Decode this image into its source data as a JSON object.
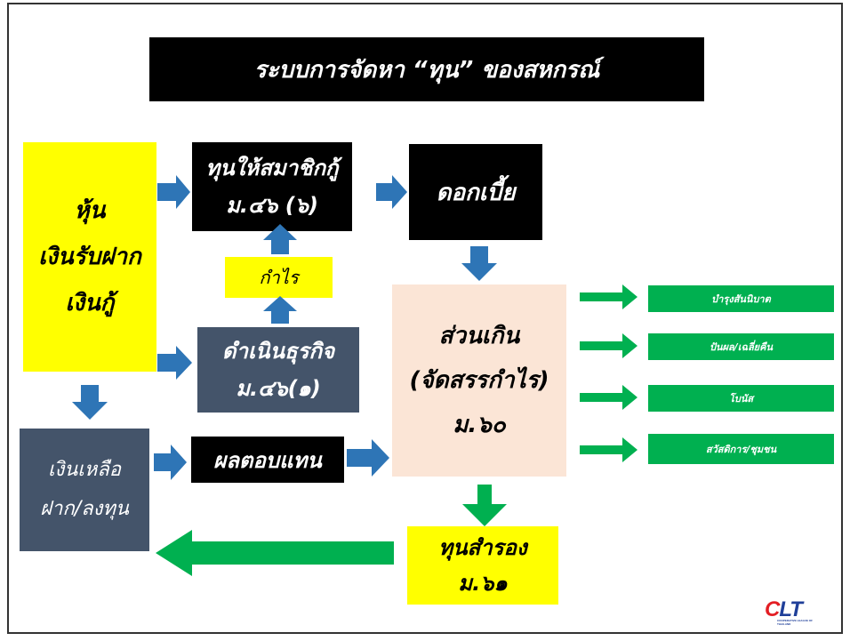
{
  "title": "ระบบการจัดหา “ทุน” ของสหกรณ์",
  "sources": [
    "หุ้น",
    "เงินรับฝาก",
    "เงินกู้"
  ],
  "loan_box": [
    "ทุนให้สมาชิกกู้",
    "ม.๔๖ (๖)"
  ],
  "interest_box": "ดอกเบี้ย",
  "profit_label": "กำไร",
  "business_box": [
    "ดำเนินธุรกิจ",
    "ม.๔๖(๑)"
  ],
  "surplus_box": [
    "ส่วนเกิน",
    "(จัดสรรกำไร)",
    "ม.๖๐"
  ],
  "allocations": [
    "บำรุงสันนิบาต",
    "ปันผล/เฉลี่ยคืน",
    "โบนัส",
    "สวัสดิการ/ชุมชน"
  ],
  "leftover_box": [
    "เงินเหลือ",
    "ฝาก/ลงทุน"
  ],
  "return_box": "ผลตอบแทน",
  "reserve_box": [
    "ทุนสำรอง",
    "ม.๖๑"
  ],
  "logo": {
    "c": "C",
    "lt": "LT",
    "tagline": "COOPERATIVE LEAGUE OF THAILAND"
  },
  "colors": {
    "blue_arrow": "#2e75b6",
    "green_arrow": "#00b050",
    "yellow": "#ffff00",
    "slate": "#44546a",
    "peach": "#fbe5d6"
  }
}
